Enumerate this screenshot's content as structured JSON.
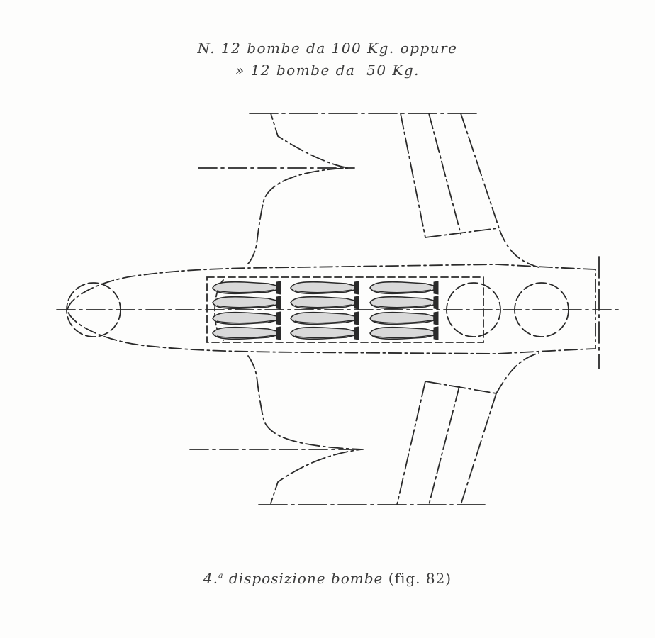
{
  "header": {
    "line1": "N. 12 bombe da 100 Kg. oppure",
    "line2": "» 12 bombe da  50 Kg."
  },
  "caption": {
    "number": "4.",
    "superscript": "a",
    "title": "disposizione bombe",
    "reference": "(fig. 82)"
  },
  "bomb_bay": {
    "columns": 3,
    "rows": 4,
    "bomb_count": 12
  },
  "colors": {
    "ink": "#2a2a2a",
    "bomb_fill": "#d9d9d9",
    "paper": "#fdfdfc"
  }
}
